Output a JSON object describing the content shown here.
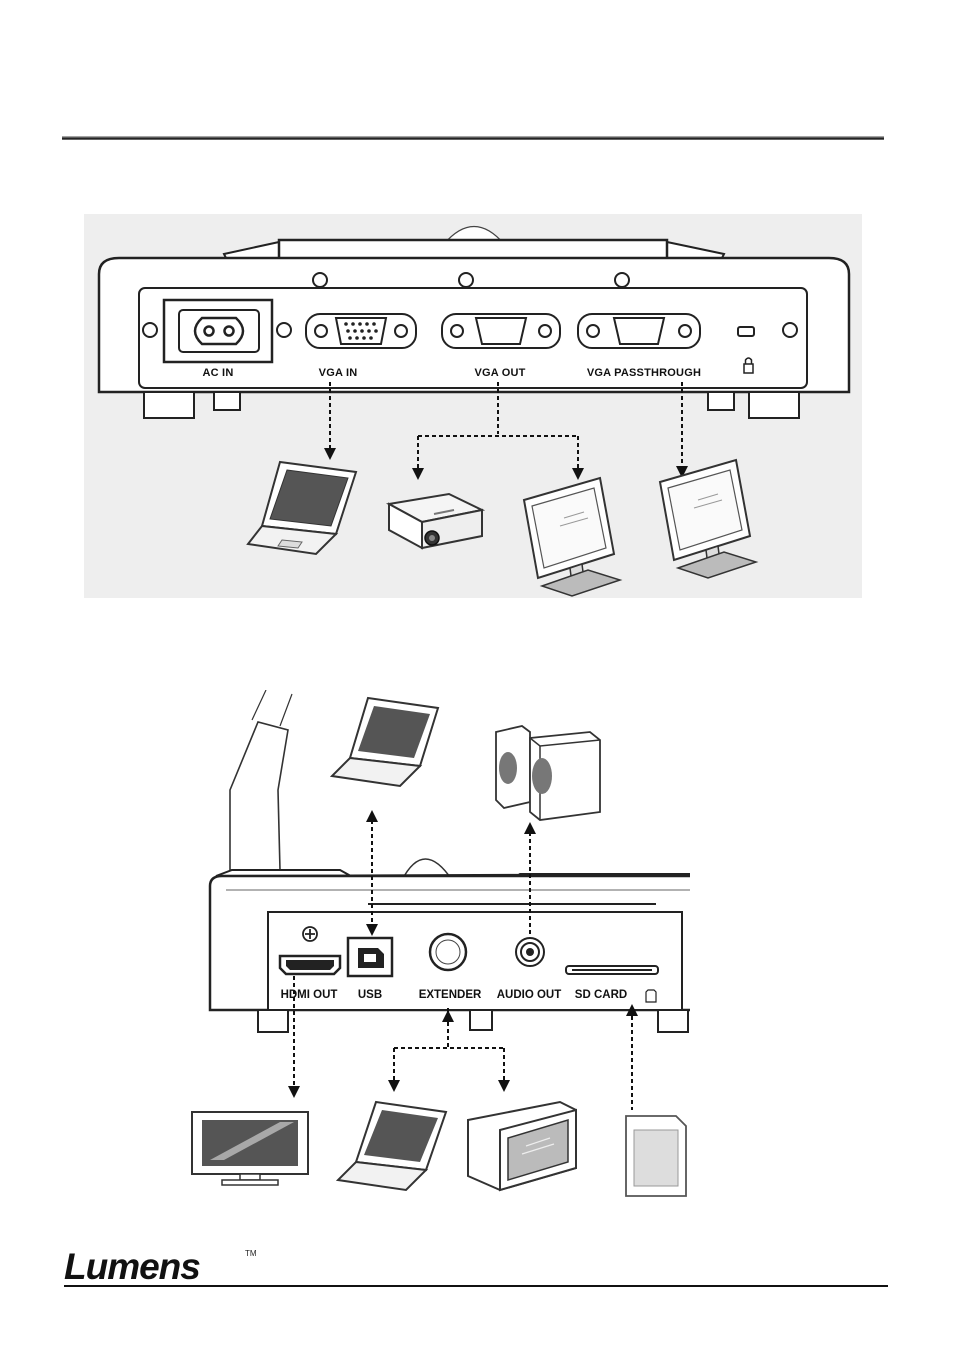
{
  "figure1": {
    "ports": [
      "AC IN",
      "VGA IN",
      "VGA OUT",
      "VGA PASSTHROUGH"
    ]
  },
  "figure2": {
    "ports": [
      "HDMI OUT",
      "USB",
      "EXTENDER",
      "AUDIO OUT",
      "SD CARD"
    ]
  },
  "footer": {
    "brand": "Lumens",
    "trademark": "TM"
  }
}
